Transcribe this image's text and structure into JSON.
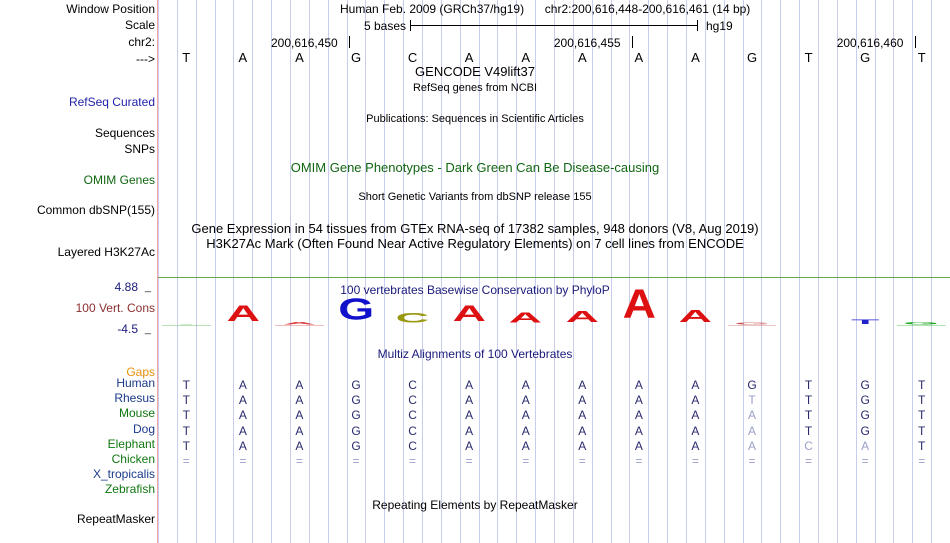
{
  "window": {
    "assembly_title": "Human Feb. 2009 (GRCh37/hg19)",
    "position": "chr2:200,616,448-200,616,461 (14 bp)",
    "db_label": "hg19"
  },
  "left_labels": {
    "window_position": "Window Position",
    "scale": "Scale",
    "chrom": "chr2:",
    "strand_arrow": "--->",
    "refseq_curated": "RefSeq Curated",
    "sequences": "Sequences",
    "snps": "SNPs",
    "omim_genes": "OMIM Genes",
    "common_dbsnp": "Common dbSNP(155)",
    "layered_h3k27ac": "Layered H3K27Ac",
    "cons_label": "100 Vert. Cons",
    "repeatmasker": "RepeatMasker"
  },
  "scale": {
    "bases_label": "5 bases"
  },
  "ruler": {
    "tick_labels": [
      "200,616,450",
      "200,616,455",
      "200,616,460"
    ],
    "tick_columns": [
      3,
      8,
      13
    ],
    "bases": [
      "T",
      "A",
      "A",
      "G",
      "C",
      "A",
      "A",
      "A",
      "A",
      "A",
      "G",
      "T",
      "G",
      "T"
    ]
  },
  "track_titles": {
    "gencode": "GENCODE V49lift37",
    "refseq": "RefSeq genes from NCBI",
    "publications": "Publications: Sequences in Scientific Articles",
    "omim": "OMIM Gene Phenotypes - Dark Green Can Be Disease-causing",
    "dbsnp": "Short Genetic Variants from dbSNP release 155",
    "gtex": "Gene Expression in 54 tissues from GTEx RNA-seq of 17382 samples, 948 donors (V8, Aug 2019)",
    "h3k27ac": "H3K27Ac Mark (Often Found Near Active Regulatory Elements) on 7 cell lines from ENCODE",
    "phylop": "100 vertebrates Basewise Conservation by PhyloP",
    "multiz": "Multiz Alignments of 100 Vertebrates",
    "repeatmasker": "Repeating Elements by RepeatMasker"
  },
  "conservation": {
    "max_label": "4.88",
    "min_label": "-4.5",
    "glyphs": [
      {
        "base": "-",
        "score": 0.15,
        "color": "#33aa33"
      },
      {
        "base": "A",
        "score": 2.4,
        "color": "#dd1111"
      },
      {
        "base": "A",
        "score": 0.35,
        "color": "#dd4444"
      },
      {
        "base": "G",
        "score": 3.3,
        "color": "#1111cc"
      },
      {
        "base": "C",
        "score": 1.5,
        "color": "#999911"
      },
      {
        "base": "A",
        "score": 2.4,
        "color": "#dd1111"
      },
      {
        "base": "A",
        "score": 1.6,
        "color": "#dd1111"
      },
      {
        "base": "A",
        "score": 1.7,
        "color": "#dd1111"
      },
      {
        "base": "A",
        "score": 4.4,
        "color": "#dd1111"
      },
      {
        "base": "A",
        "score": 1.9,
        "color": "#dd1111"
      },
      {
        "base": "G",
        "score": 0.3,
        "color": "#cc5555"
      },
      {
        "base": "",
        "score": 0,
        "color": "#ffffff"
      },
      {
        "base": "T",
        "score": 0.7,
        "color": "#2222cc"
      },
      {
        "base": "G",
        "score": 0.35,
        "color": "#22aa22"
      }
    ]
  },
  "multiz": {
    "gaps_label": "Gaps",
    "species": [
      {
        "name": "Human",
        "color": "#1a3a8a",
        "bases": [
          "T",
          "A",
          "A",
          "G",
          "C",
          "A",
          "A",
          "A",
          "A",
          "A",
          "G",
          "T",
          "G",
          "T"
        ],
        "match": [
          true,
          true,
          true,
          true,
          true,
          true,
          true,
          true,
          true,
          true,
          true,
          true,
          true,
          true
        ]
      },
      {
        "name": "Rhesus",
        "color": "#1a3a8a",
        "bases": [
          "T",
          "A",
          "A",
          "G",
          "C",
          "A",
          "A",
          "A",
          "A",
          "A",
          "T",
          "T",
          "G",
          "T"
        ],
        "match": [
          true,
          true,
          true,
          true,
          true,
          true,
          true,
          true,
          true,
          true,
          false,
          true,
          true,
          true
        ]
      },
      {
        "name": "Mouse",
        "color": "#117711",
        "bases": [
          "T",
          "A",
          "A",
          "G",
          "C",
          "A",
          "A",
          "A",
          "A",
          "A",
          "A",
          "T",
          "G",
          "T"
        ],
        "match": [
          true,
          true,
          true,
          true,
          true,
          true,
          true,
          true,
          true,
          true,
          false,
          true,
          true,
          true
        ]
      },
      {
        "name": "Dog",
        "color": "#1a3a8a",
        "bases": [
          "T",
          "A",
          "A",
          "G",
          "C",
          "A",
          "A",
          "A",
          "A",
          "A",
          "A",
          "T",
          "G",
          "T"
        ],
        "match": [
          true,
          true,
          true,
          true,
          true,
          true,
          true,
          true,
          true,
          true,
          false,
          true,
          true,
          true
        ]
      },
      {
        "name": "Elephant",
        "color": "#117711",
        "bases": [
          "T",
          "A",
          "A",
          "G",
          "C",
          "A",
          "A",
          "A",
          "A",
          "A",
          "A",
          "C",
          "A",
          "T"
        ],
        "match": [
          true,
          true,
          true,
          true,
          true,
          true,
          true,
          true,
          true,
          true,
          false,
          false,
          false,
          true
        ]
      },
      {
        "name": "Chicken",
        "color": "#117711",
        "bases": [
          "=",
          "=",
          "=",
          "=",
          "=",
          "=",
          "=",
          "=",
          "=",
          "=",
          "=",
          "=",
          "=",
          "="
        ],
        "match": [
          false,
          false,
          false,
          false,
          false,
          false,
          false,
          false,
          false,
          false,
          false,
          false,
          false,
          false
        ]
      },
      {
        "name": "X_tropicalis",
        "color": "#1a3a8a",
        "bases": [
          "",
          "",
          "",
          "",
          "",
          "",
          "",
          "",
          "",
          "",
          "",
          "",
          "",
          ""
        ],
        "match": [
          false,
          false,
          false,
          false,
          false,
          false,
          false,
          false,
          false,
          false,
          false,
          false,
          false,
          false
        ]
      },
      {
        "name": "Zebrafish",
        "color": "#117711",
        "bases": [
          "",
          "",
          "",
          "",
          "",
          "",
          "",
          "",
          "",
          "",
          "",
          "",
          "",
          ""
        ],
        "match": [
          false,
          false,
          false,
          false,
          false,
          false,
          false,
          false,
          false,
          false,
          false,
          false,
          false,
          false
        ]
      }
    ]
  },
  "colors": {
    "gridline": "#c8cdee",
    "redline": "#f4a6a6",
    "greenline": "#6aa84f",
    "navy": "#1a1a7a",
    "dark_green": "#116611"
  }
}
